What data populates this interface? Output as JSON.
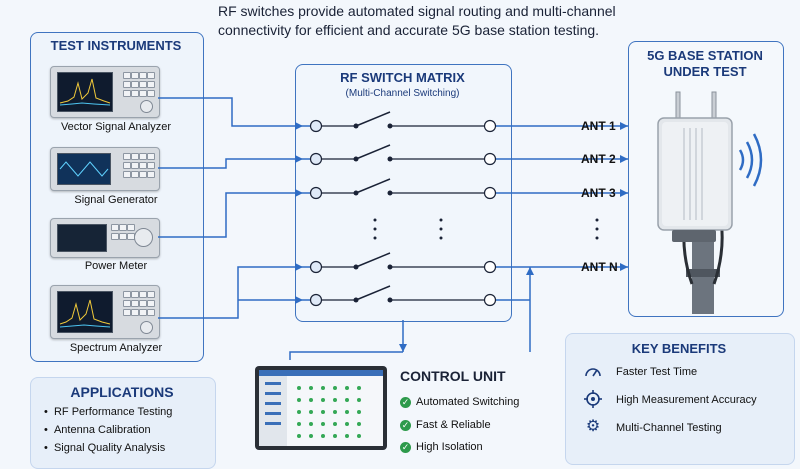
{
  "intro": {
    "line1": "RF switches provide automated signal routing and multi-channel",
    "line2": "connectivity for efficient and accurate 5G base station testing."
  },
  "instruments": {
    "title": "TEST INSTRUMENTS",
    "items": [
      {
        "label": "Vector Signal Analyzer"
      },
      {
        "label": "Signal Generator"
      },
      {
        "label": "Power Meter"
      },
      {
        "label": "Spectrum Analyzer"
      }
    ]
  },
  "matrix": {
    "title": "RF SWITCH MATRIX",
    "subtitle": "(Multi-Channel Switching)"
  },
  "base_station": {
    "title_line1": "5G BASE STATION",
    "title_line2": "UNDER TEST"
  },
  "antennas": [
    "ANT 1",
    "ANT 2",
    "ANT 3",
    "ANT N"
  ],
  "applications": {
    "title": "APPLICATIONS",
    "items": [
      "RF Performance Testing",
      "Antenna Calibration",
      "Signal Quality Analysis"
    ]
  },
  "control": {
    "title": "CONTROL UNIT",
    "items": [
      "Automated Switching",
      "Fast & Reliable",
      "High Isolation"
    ]
  },
  "benefits": {
    "title": "KEY BENEFITS",
    "items": [
      {
        "label": "Faster Test Time",
        "icon": "speedometer-icon"
      },
      {
        "label": "High Measurement Accuracy",
        "icon": "target-icon"
      },
      {
        "label": "Multi-Channel Testing",
        "icon": "gear-icon"
      }
    ]
  },
  "colors": {
    "line": "#2f6cc4",
    "border": "#3f74c0",
    "heading": "#1b3a7a",
    "check": "#2d9a4b",
    "signal": "#2f6cc4"
  }
}
